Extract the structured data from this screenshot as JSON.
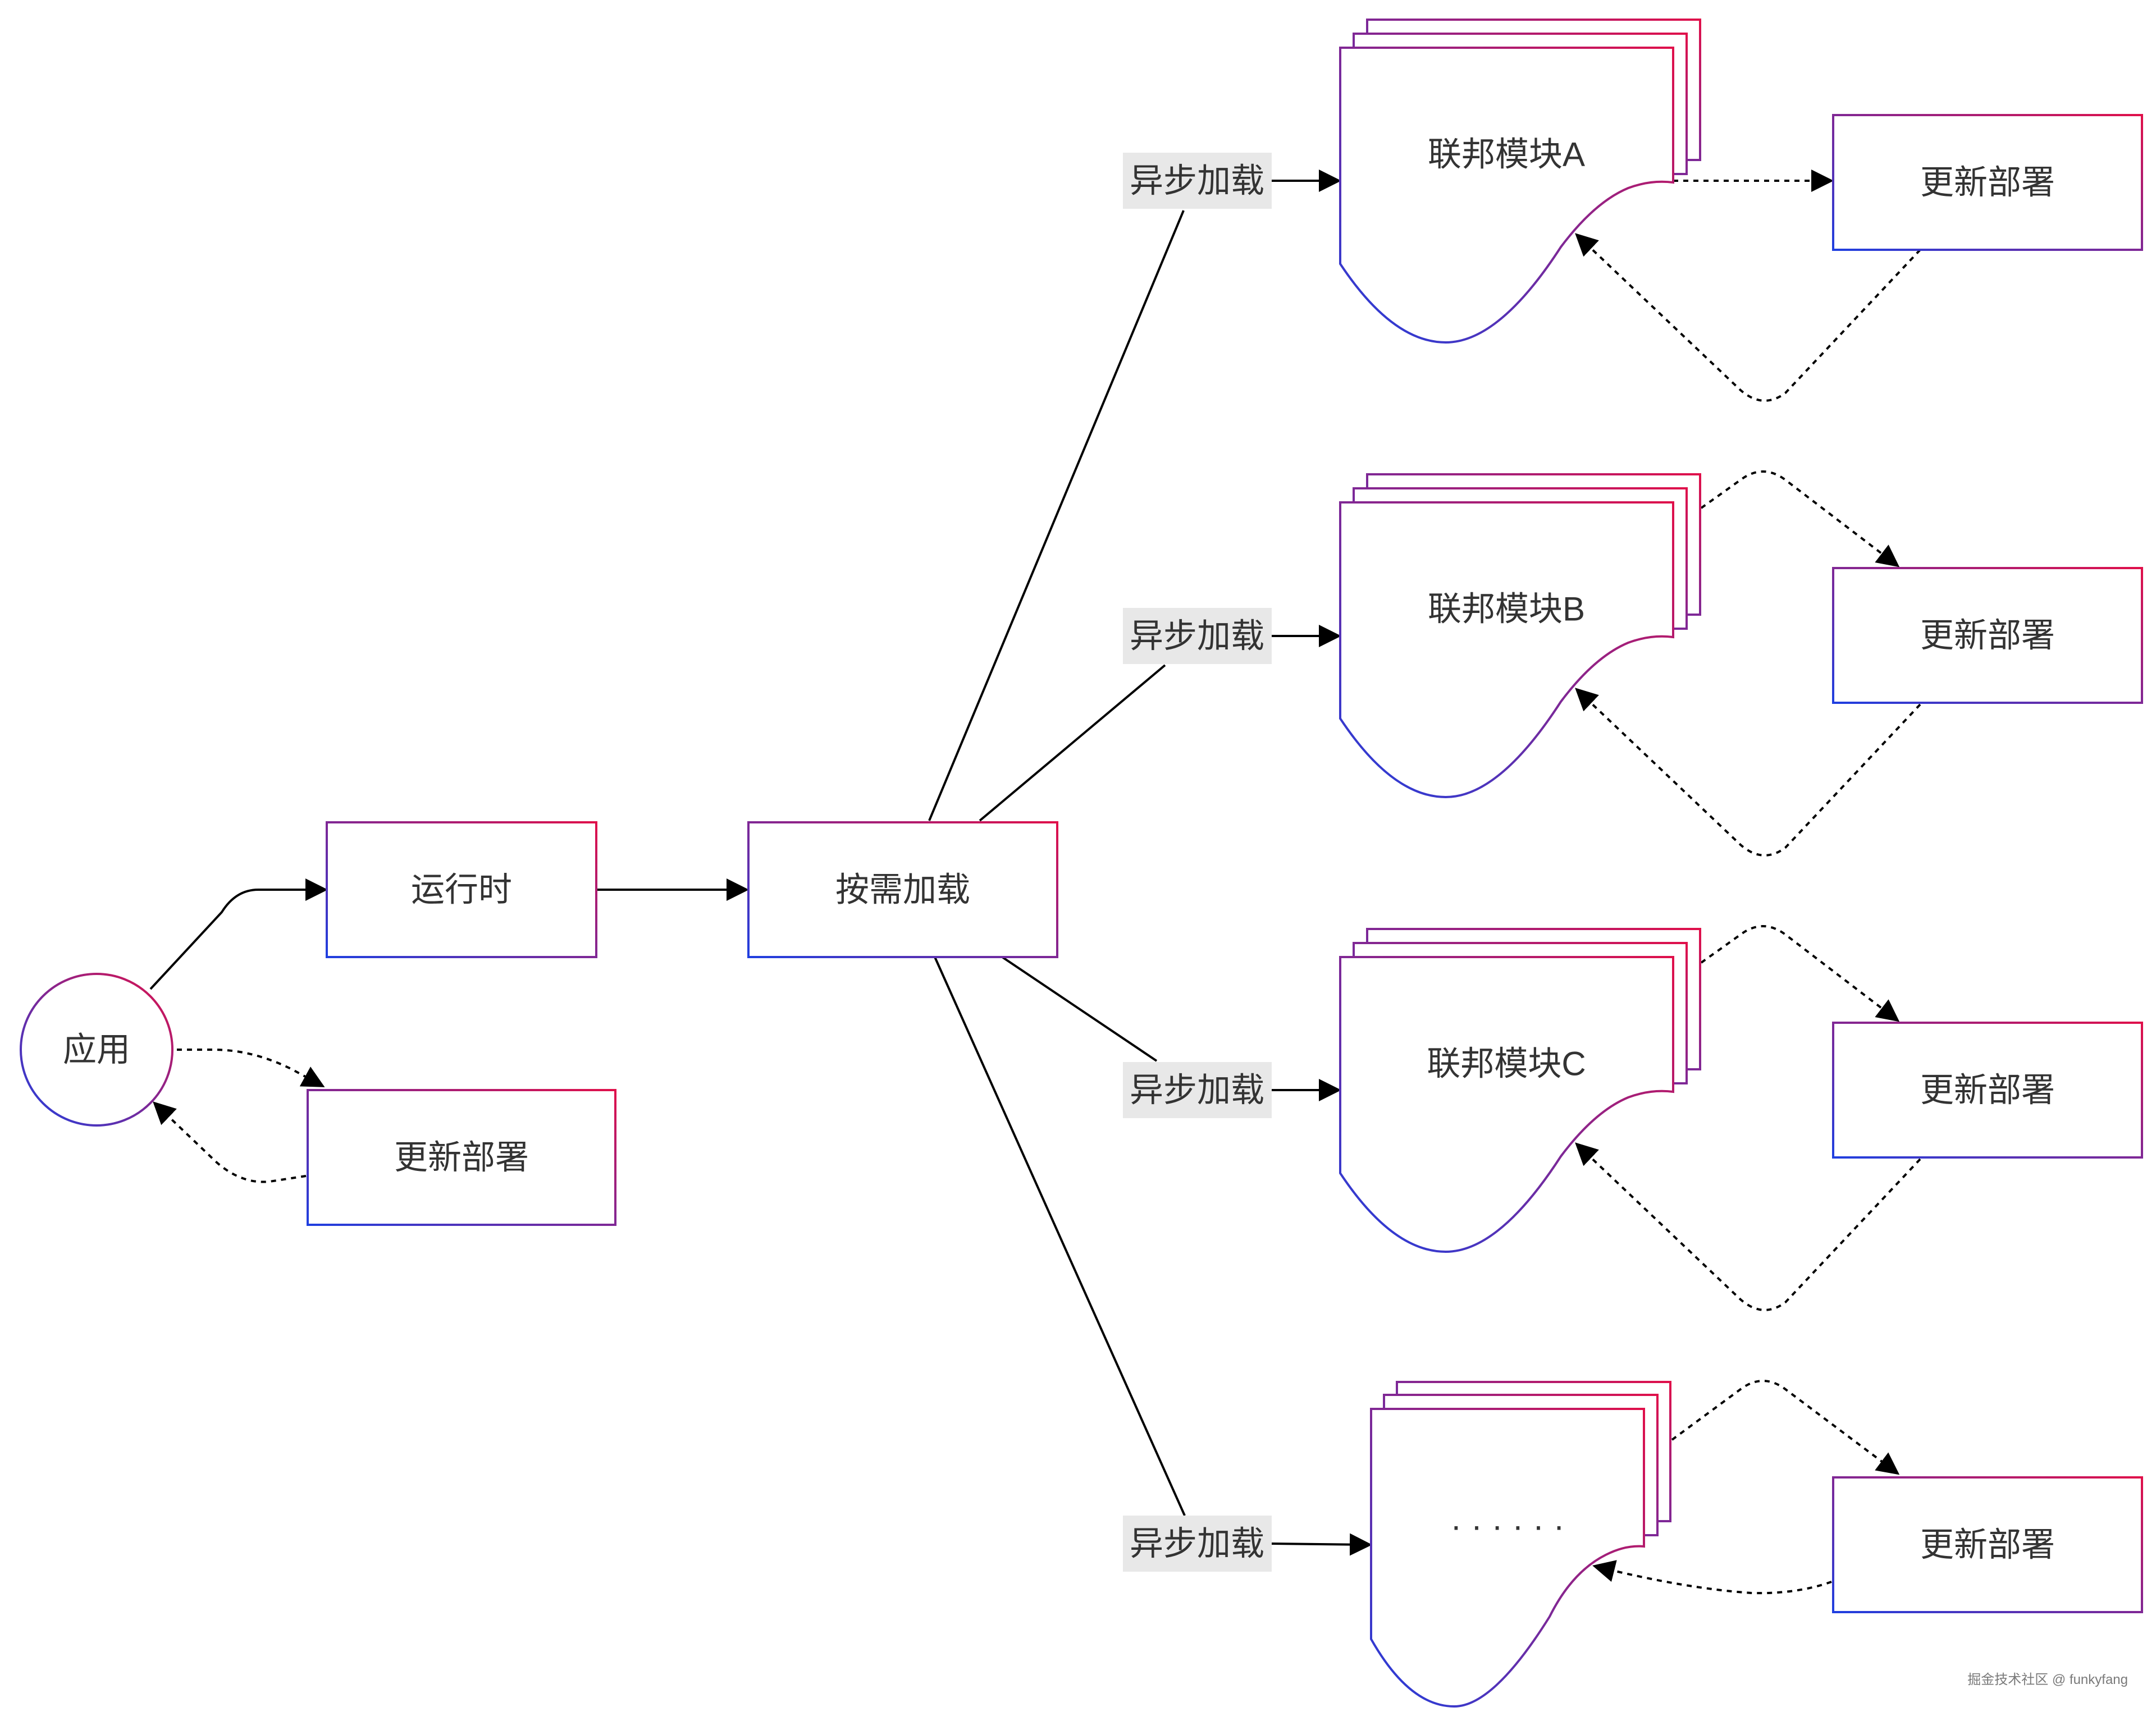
{
  "nodes": {
    "app": "应用",
    "runtime": "运行时",
    "on_demand": "按需加载",
    "app_update": "更新部署",
    "module_a": "联邦模块A",
    "module_b": "联邦模块B",
    "module_c": "联邦模块C",
    "module_more": "· · · · · ·",
    "update_a": "更新部署",
    "update_b": "更新部署",
    "update_c": "更新部署",
    "update_more": "更新部署"
  },
  "edge_labels": {
    "async_a": "异步加载",
    "async_b": "异步加载",
    "async_c": "异步加载",
    "async_more": "异步加载"
  },
  "colors": {
    "gradient_start": "#1f3fe0",
    "gradient_end": "#e0104a",
    "edge": "#000000",
    "label_background": "#e8e8e8"
  },
  "watermark": "掘金技术社区 @ funkyfang"
}
